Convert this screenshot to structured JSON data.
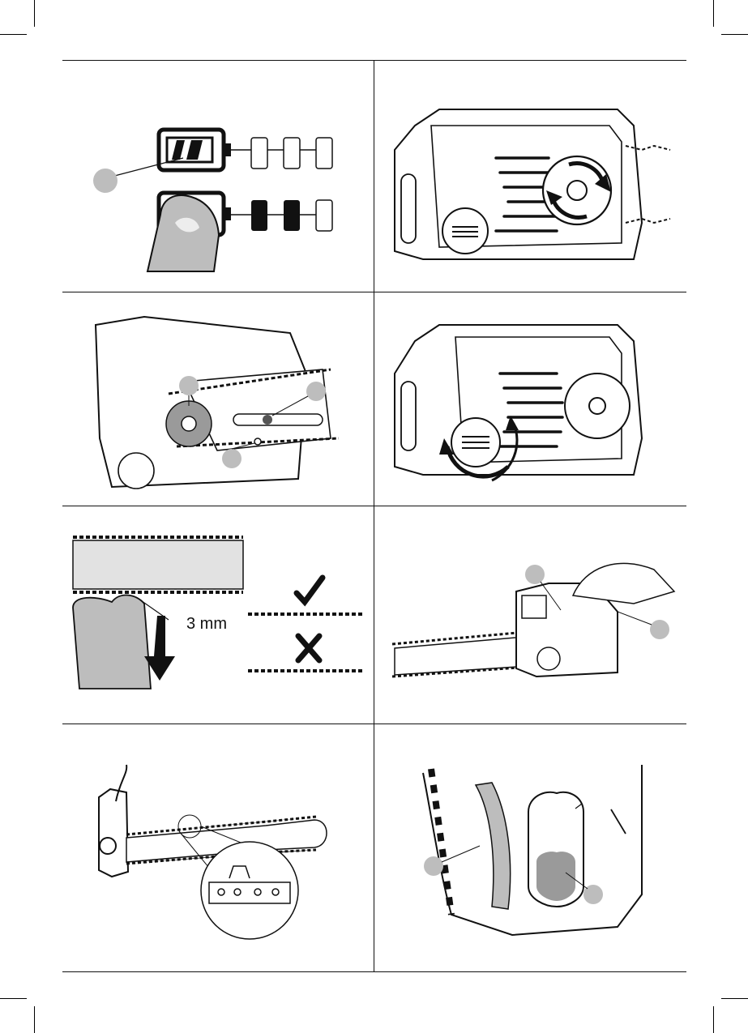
{
  "page": {
    "figures": [
      {
        "id": "battery-indicator",
        "callouts": [
          ""
        ]
      },
      {
        "id": "sprocket-cover-knob",
        "callouts": []
      },
      {
        "id": "bar-and-chain-install",
        "callouts": [
          "",
          "",
          ""
        ]
      },
      {
        "id": "tension-knob",
        "callouts": []
      },
      {
        "id": "chain-tension-check",
        "measure_label": "3 mm",
        "marks": [
          "check-icon",
          "cross-icon"
        ]
      },
      {
        "id": "oil-fill",
        "callouts": [
          "",
          ""
        ]
      },
      {
        "id": "chain-detail",
        "callouts": []
      },
      {
        "id": "oil-window",
        "callouts": [
          "",
          ""
        ]
      }
    ]
  }
}
